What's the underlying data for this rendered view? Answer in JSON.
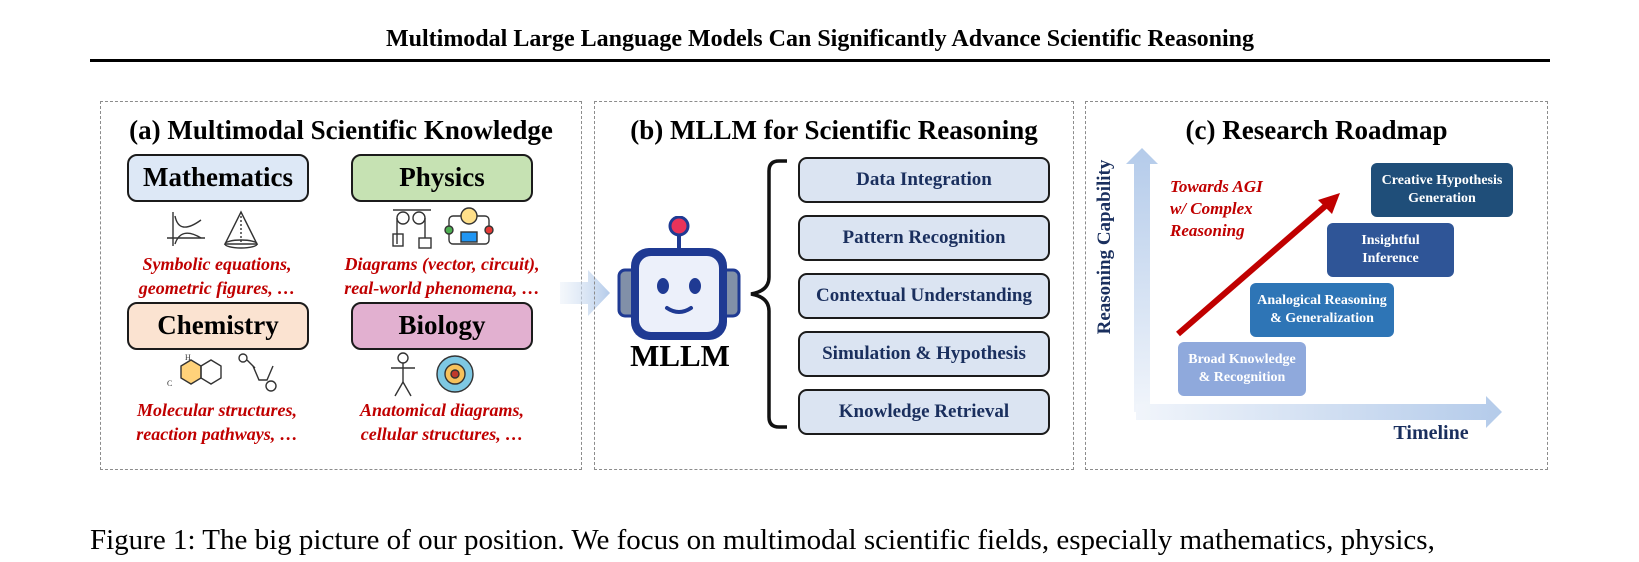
{
  "figure_title": "Multimodal Large Language Models Can Significantly Advance Scientific Reasoning",
  "panel_a": {
    "title": "(a) Multimodal Scientific Knowledge",
    "fields": [
      {
        "name": "Mathematics",
        "desc1": "Symbolic equations,",
        "desc2": "geometric figures, …",
        "color": "#dde8f6"
      },
      {
        "name": "Physics",
        "desc1": "Diagrams (vector, circuit),",
        "desc2": "real-world phenomena, …",
        "color": "#c6e2b3"
      },
      {
        "name": "Chemistry",
        "desc1": "Molecular structures,",
        "desc2": "reaction pathways, …",
        "color": "#fbe3d1"
      },
      {
        "name": "Biology",
        "desc1": "Anatomical diagrams,",
        "desc2": "cellular structures, …",
        "color": "#e2b0d0"
      }
    ]
  },
  "panel_b": {
    "title": "(b) MLLM for Scientific Reasoning",
    "model_label": "MLLM",
    "abilities": [
      "Data Integration",
      "Pattern Recognition",
      "Contextual Understanding",
      "Simulation & Hypothesis",
      "Knowledge Retrieval"
    ]
  },
  "panel_c": {
    "title": "(c) Research Roadmap",
    "y_axis_label": "Reasoning Capability",
    "x_axis_label": "Timeline",
    "trend_label": [
      "Towards AGI",
      "w/ Complex",
      "Reasoning"
    ],
    "steps": [
      {
        "line1": "Broad Knowledge",
        "line2": "& Recognition",
        "color": "#8fa9dc"
      },
      {
        "line1": "Analogical Reasoning",
        "line2": "& Generalization",
        "color": "#2e75b6"
      },
      {
        "line1": "Insightful",
        "line2": "Inference",
        "color": "#2f5597"
      },
      {
        "line1": "Creative Hypothesis",
        "line2": "Generation",
        "color": "#1f4e79"
      }
    ]
  },
  "caption": "Figure 1:  The big picture of our position.  We focus on multimodal scientific fields, especially mathematics, physics,",
  "colors": {
    "accent_red": "#c00000",
    "navy": "#1a2f5e",
    "robot_blue": "#1f3a93"
  }
}
